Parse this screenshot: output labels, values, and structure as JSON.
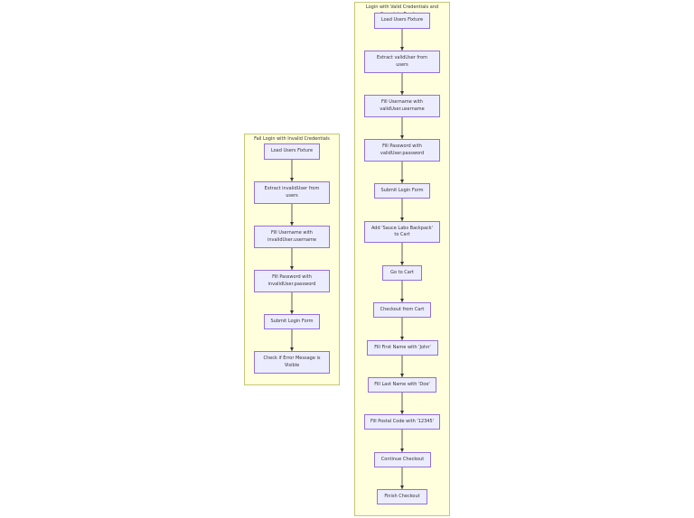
{
  "clusters": [
    {
      "title": "Login with Valid Credentials and Complete Purchase",
      "nodes": [
        "Load Users Fixture",
        "Extract validUser from users",
        "Fill Username with validUser.username",
        "Fill Password with validUser.password",
        "Submit Login Form",
        "Add 'Sauce Labs Backpack' to Cart",
        "Go to Cart",
        "Checkout from Cart",
        "Fill First Name with 'John'",
        "Fill Last Name with 'Doe'",
        "Fill Postal Code with '12345'",
        "Continue Checkout",
        "Finish Checkout"
      ]
    },
    {
      "title": "Fail Login with Invalid Credentials",
      "nodes": [
        "Load Users Fixture",
        "Extract invalidUser from users",
        "Fill Username with invalidUser.username",
        "Fill Password with invalidUser.password",
        "Submit Login Form",
        "Check if Error Message is Visible"
      ]
    }
  ],
  "colors": {
    "cluster_fill": "#ffffde",
    "cluster_border": "#c6c67a",
    "node_fill": "#ececff",
    "node_border": "#9370db",
    "edge": "#333333",
    "text": "#333333"
  }
}
